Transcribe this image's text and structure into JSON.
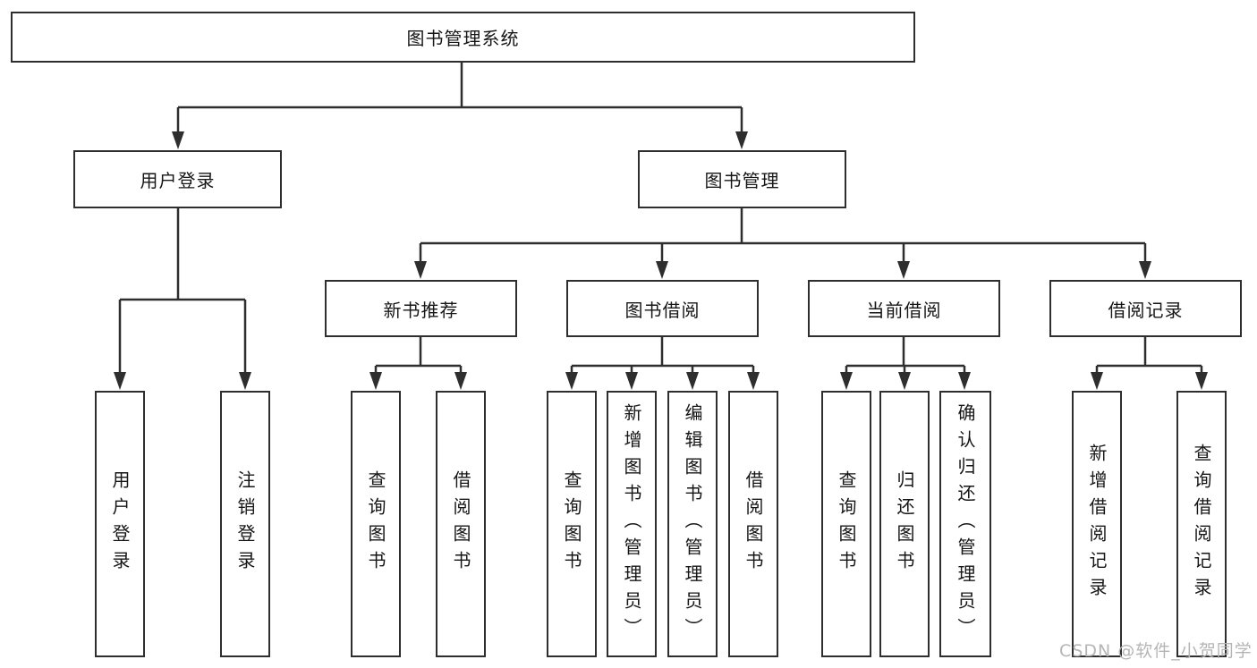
{
  "diagram_type": "hierarchy-tree",
  "colors": {
    "line": "#2e2e2e",
    "box_border": "#2e2e2e",
    "box_fill": "#ffffff",
    "text": "#161616",
    "watermark": "#b5b5b5"
  },
  "tree": {
    "root": "图书管理系统",
    "children": [
      {
        "label": "用户登录",
        "leaves": [
          "用户登录",
          "注销登录"
        ]
      },
      {
        "label": "图书管理",
        "groups": [
          {
            "label": "新书推荐",
            "leaves": [
              "查询图书",
              "借阅图书"
            ]
          },
          {
            "label": "图书借阅",
            "leaves": [
              "查询图书",
              "新增图书（管理员）",
              "编辑图书（管理员）",
              "借阅图书"
            ]
          },
          {
            "label": "当前借阅",
            "leaves": [
              "查询图书",
              "归还图书",
              "确认归还（管理员）"
            ]
          },
          {
            "label": "借阅记录",
            "leaves": [
              "新增借阅记录",
              "查询借阅记录"
            ]
          }
        ]
      }
    ]
  },
  "watermark": "CSDN @软件_小贺同学"
}
